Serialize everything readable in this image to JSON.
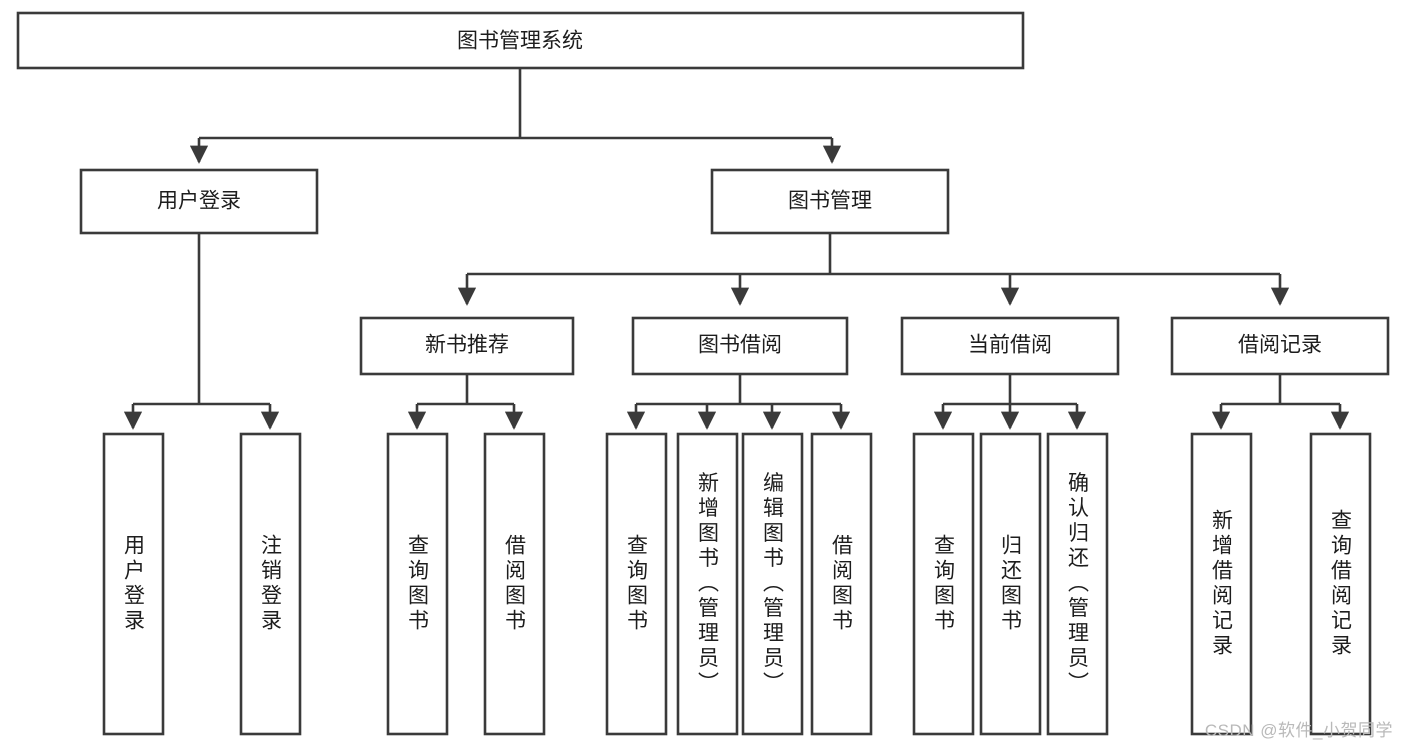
{
  "diagram": {
    "type": "hierarchy-tree",
    "orientation": "top-down",
    "title": "图书管理系统",
    "colors": {
      "box_stroke": "#3a3a3a",
      "box_fill": "#ffffff",
      "text": "#1d1d1d",
      "connector": "#3a3a3a",
      "background": "#ffffff",
      "watermark": "#b9b9b9"
    },
    "levels": {
      "root": {
        "label": "图书管理系统"
      },
      "level2": [
        {
          "label": "用户登录"
        },
        {
          "label": "图书管理"
        }
      ],
      "level3": [
        {
          "label": "新书推荐"
        },
        {
          "label": "图书借阅"
        },
        {
          "label": "当前借阅"
        },
        {
          "label": "借阅记录"
        }
      ],
      "leaves": {
        "user_login": [
          {
            "label": "用户登录"
          },
          {
            "label": "注销登录"
          }
        ],
        "new_book_recommend": [
          {
            "label": "查询图书"
          },
          {
            "label": "借阅图书"
          }
        ],
        "book_borrow": [
          {
            "label": "查询图书"
          },
          {
            "label": "新增图书（管理员）"
          },
          {
            "label": "编辑图书（管理员）"
          },
          {
            "label": "借阅图书"
          }
        ],
        "current_borrow": [
          {
            "label": "查询图书"
          },
          {
            "label": "归还图书"
          },
          {
            "label": "确认归还（管理员）"
          }
        ],
        "borrow_record": [
          {
            "label": "新增借阅记录"
          },
          {
            "label": "查询借阅记录"
          }
        ]
      }
    }
  },
  "watermark": {
    "text": "CSDN @软件_小贺同学"
  }
}
